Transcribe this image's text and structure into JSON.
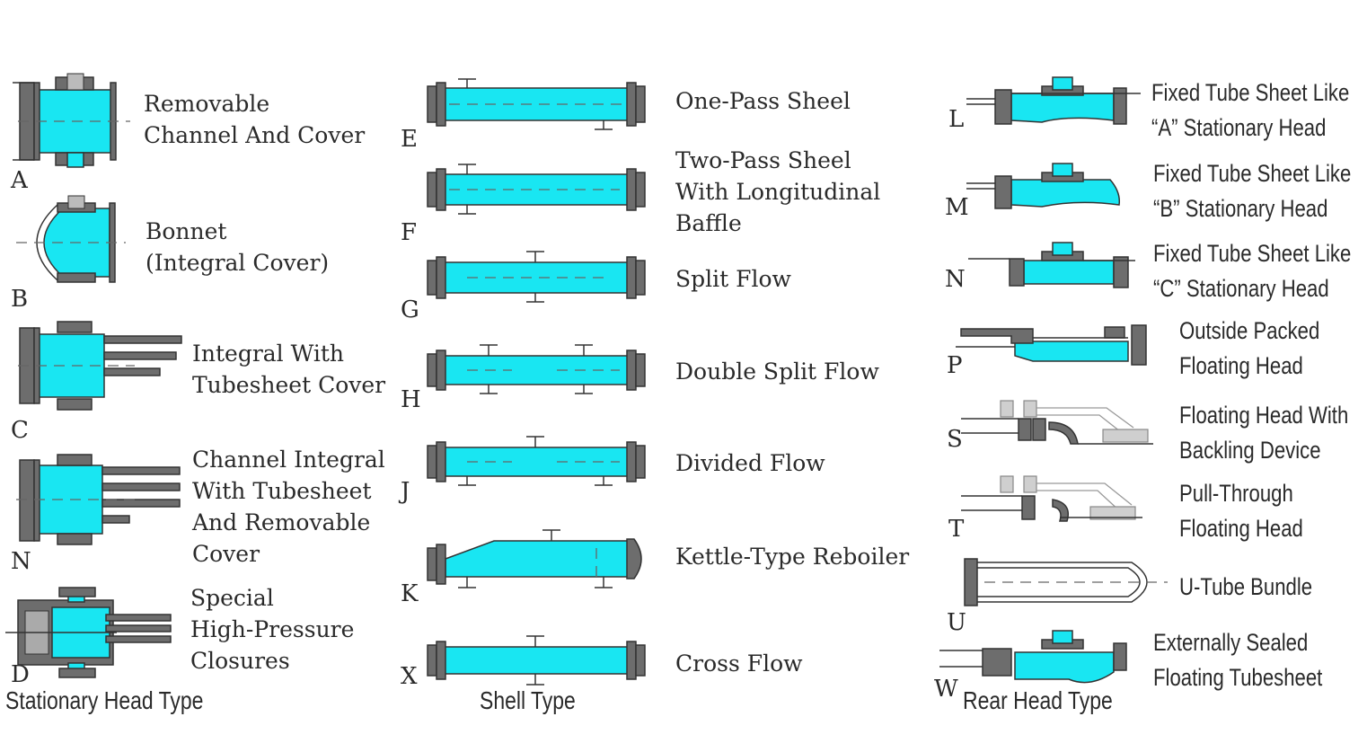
{
  "colors": {
    "fluid": "#19e6f2",
    "metal": "#6d6d6d",
    "outline": "#333333",
    "ghost": "#c9c9c9"
  },
  "stationary": {
    "footer": "Stationary Head Type",
    "items": [
      {
        "letter": "A",
        "lines": [
          "Removable",
          "Channel And Cover"
        ]
      },
      {
        "letter": "B",
        "lines": [
          "Bonnet",
          "(Integral Cover)"
        ]
      },
      {
        "letter": "C",
        "lines": [
          "Integral With",
          "Tubesheet Cover"
        ]
      },
      {
        "letter": "N",
        "lines": [
          "Channel Integral",
          "With Tubesheet",
          "And Removable",
          "Cover"
        ]
      },
      {
        "letter": "D",
        "lines": [
          "Special",
          "High-Pressure",
          "Closures"
        ]
      }
    ]
  },
  "shell": {
    "footer": "Shell Type",
    "items": [
      {
        "letter": "E",
        "lines": [
          "One-Pass Sheel"
        ]
      },
      {
        "letter": "F",
        "lines": [
          "Two-Pass Sheel",
          "With Longitudinal",
          "Baffle"
        ]
      },
      {
        "letter": "G",
        "lines": [
          "Split Flow"
        ]
      },
      {
        "letter": "H",
        "lines": [
          "Double Split Flow"
        ]
      },
      {
        "letter": "J",
        "lines": [
          "Divided Flow"
        ]
      },
      {
        "letter": "K",
        "lines": [
          "Kettle-Type Reboiler"
        ]
      },
      {
        "letter": "X",
        "lines": [
          "Cross Flow"
        ]
      }
    ]
  },
  "rear": {
    "footer": "Rear Head Type",
    "items": [
      {
        "letter": "L",
        "lines": [
          "Fixed Tube Sheet Like",
          "“A” Stationary Head"
        ]
      },
      {
        "letter": "M",
        "lines": [
          "Fixed Tube Sheet Like",
          "“B” Stationary Head"
        ]
      },
      {
        "letter": "N",
        "lines": [
          "Fixed Tube Sheet Like",
          "“C” Stationary Head"
        ]
      },
      {
        "letter": "P",
        "lines": [
          "Outside Packed",
          "Floating Head"
        ]
      },
      {
        "letter": "S",
        "lines": [
          "Floating Head With",
          "Backling Device"
        ]
      },
      {
        "letter": "T",
        "lines": [
          "Pull-Through",
          "Floating Head"
        ]
      },
      {
        "letter": "U",
        "lines": [
          "U-Tube Bundle"
        ]
      },
      {
        "letter": "W",
        "lines": [
          "Externally Sealed",
          "Floating Tubesheet"
        ]
      }
    ]
  }
}
